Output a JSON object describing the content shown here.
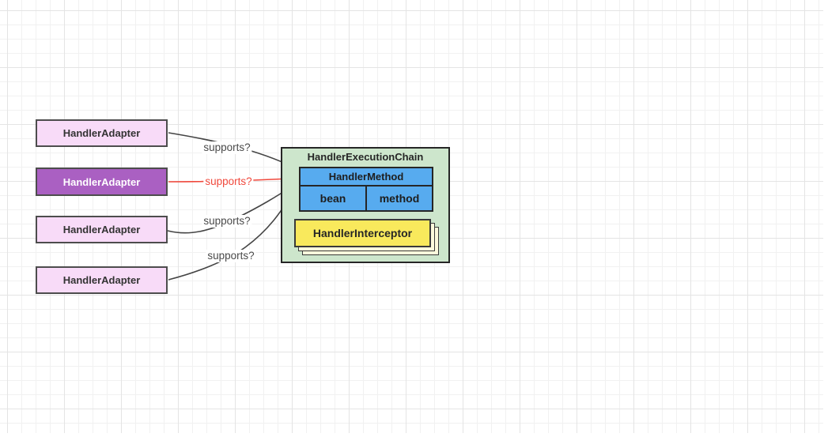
{
  "diagram": {
    "adapters": [
      {
        "label": "HandlerAdapter",
        "variant": "default"
      },
      {
        "label": "HandlerAdapter",
        "variant": "highlighted"
      },
      {
        "label": "HandlerAdapter",
        "variant": "default"
      },
      {
        "label": "HandlerAdapter",
        "variant": "default"
      }
    ],
    "edges": [
      {
        "label": "supports?",
        "color": "black"
      },
      {
        "label": "supports?",
        "color": "red"
      },
      {
        "label": "supports?",
        "color": "black"
      },
      {
        "label": "supports?",
        "color": "black"
      }
    ],
    "execution_chain": {
      "title": "HandlerExecutionChain",
      "handler_method": {
        "title": "HandlerMethod",
        "fields": [
          {
            "label": "bean"
          },
          {
            "label": "method"
          }
        ]
      },
      "interceptor": {
        "label": "HandlerInterceptor"
      }
    },
    "colors": {
      "adapter_fill": "#F8DBF8",
      "adapter_highlight_fill": "#AA60C2",
      "chain_fill": "#CDE6CC",
      "method_fill": "#57ABEF",
      "interceptor_fill": "#F9E95C",
      "interceptor_stack_fill": "#FCF9DC",
      "edge_black": "#444444",
      "edge_red": "#F0483C"
    }
  }
}
